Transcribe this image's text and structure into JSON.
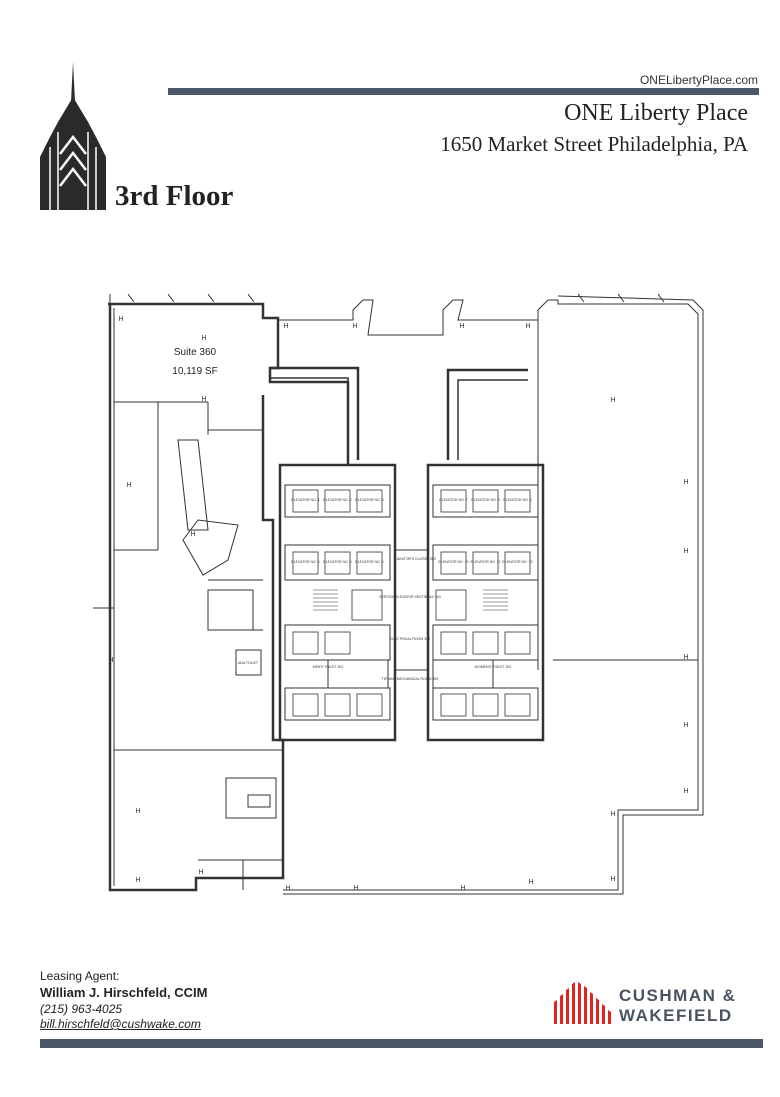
{
  "header": {
    "url": "ONELibertyPlace.com",
    "building_name": "ONE Liberty Place",
    "address": "1650 Market Street Philadelphia, PA",
    "floor": "3rd Floor"
  },
  "suite": {
    "name": "Suite 360",
    "area": "10,119 SF"
  },
  "elevators": [
    "ELEVATOR NO. 1",
    "ELEVATOR NO. 2",
    "ELEVATOR NO. 3",
    "ELEVATOR NO. 7",
    "ELEVATOR NO. 8",
    "ELEVATOR NO. 9",
    "ELEVATOR NO. 4",
    "ELEVATOR NO. 5",
    "ELEVATOR NO. 6",
    "ELEVATOR NO. 10",
    "ELEVATOR NO. 11",
    "ELEVATOR NO. 12"
  ],
  "rooms": {
    "janitor": "JANITOR'S CLOSET 303",
    "service_elevator": "SERVICE ELEVATOR VESTIBULE 304",
    "electrical": "ELECTRICAL ROOM 306",
    "tenant_mech": "TENANT MECHANICAL ROOM 305",
    "mens": "MEN'S TOILET 301",
    "womens": "WOMEN'S TOILET 302",
    "ada": "ADA TOILET"
  },
  "agent": {
    "label": "Leasing Agent:",
    "name": "William J. Hirschfeld, CCIM",
    "phone": "(215) 963-4025",
    "email": "bill.hirschfeld@cushwake.com"
  },
  "brand": {
    "line1": "CUSHMAN &",
    "line2": "WAKEFIELD",
    "mark_color": "#e4231f",
    "bar_color": "#4a5868"
  }
}
